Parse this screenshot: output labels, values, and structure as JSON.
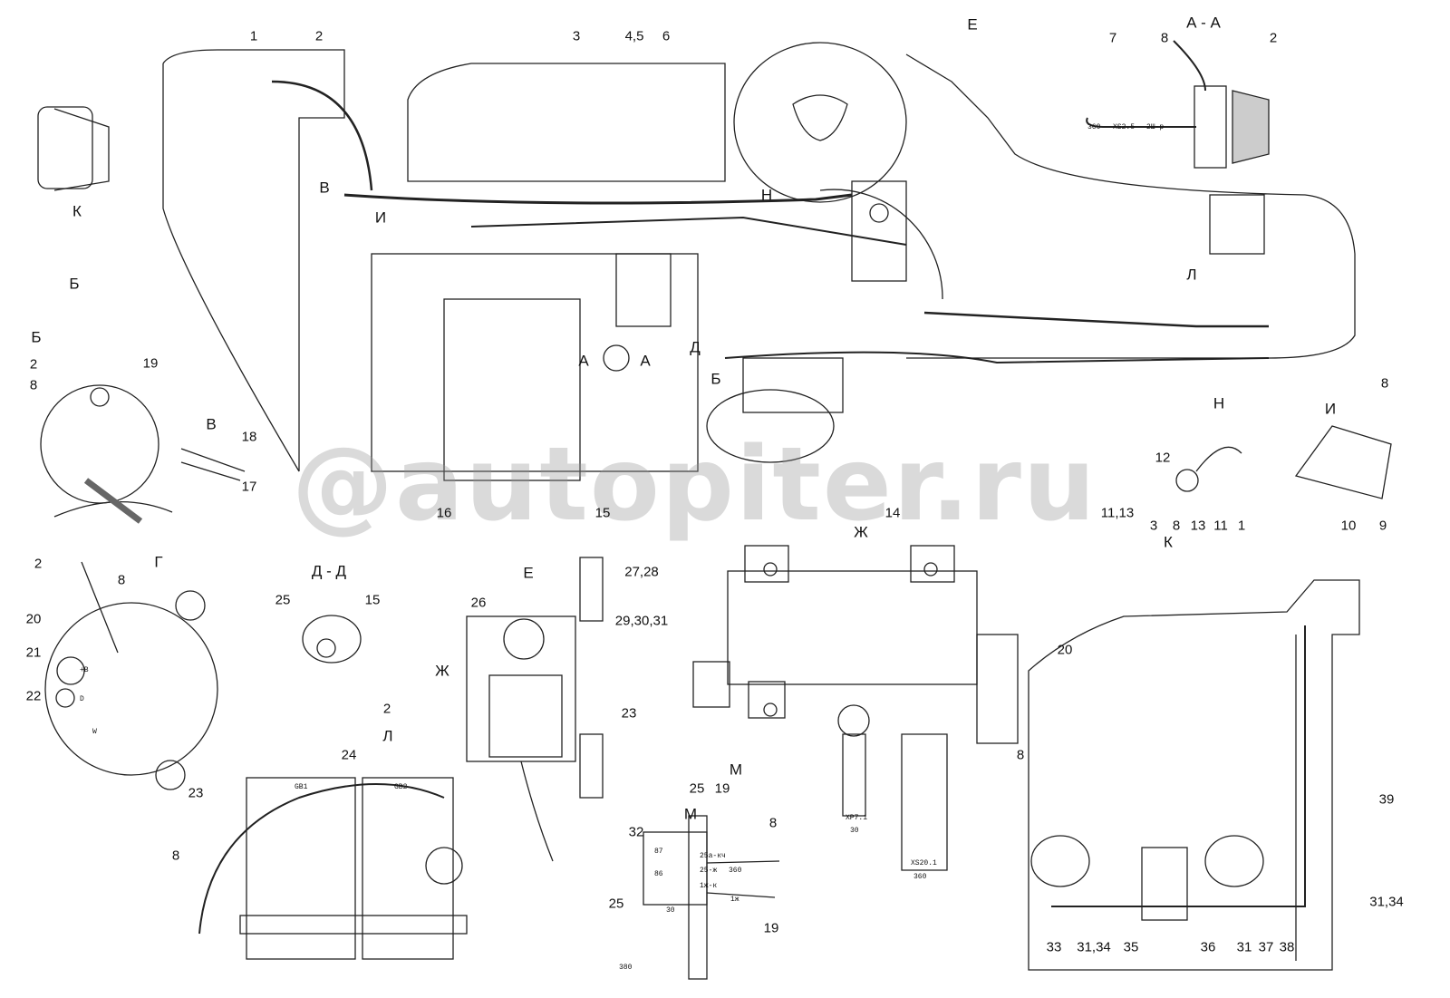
{
  "diagram": {
    "title": "Electrical equipment wiring on engine",
    "callouts": [
      "1",
      "2",
      "3",
      "4,5",
      "6",
      "7",
      "8",
      "2",
      "2",
      "8",
      "19",
      "18",
      "17",
      "16",
      "15",
      "14",
      "11,13",
      "12",
      "3",
      "8",
      "13",
      "11",
      "1",
      "8",
      "10",
      "9",
      "2",
      "8",
      "20",
      "21",
      "22",
      "25",
      "15",
      "2",
      "26",
      "27,28",
      "29,30,31",
      "23",
      "24",
      "23",
      "8",
      "25",
      "19",
      "32",
      "8",
      "25",
      "19",
      "20",
      "8",
      "39",
      "31,34",
      "33",
      "31,34",
      "35",
      "36",
      "31",
      "37",
      "38"
    ],
    "views": [
      "Е",
      "А - А",
      "В",
      "И",
      "Н",
      "К",
      "Б",
      "Л",
      "А",
      "А",
      "Д",
      "Б",
      "Б",
      "В",
      "Н",
      "И",
      "Ж",
      "Г",
      "Д - Д",
      "Е",
      "Ж",
      "Л",
      "М",
      "М",
      "К"
    ],
    "small_labels": [
      "XS2.5",
      "2Ш-р",
      "360",
      "+B",
      "D",
      "W",
      "GB1",
      "GB2",
      "XP7.1",
      "XS20.1",
      "360",
      "30",
      "360",
      "1ж",
      "25а-кч",
      "25-ж",
      "1ж-к",
      "380",
      "87",
      "86",
      "30"
    ],
    "watermark": "@autopiter.ru"
  }
}
